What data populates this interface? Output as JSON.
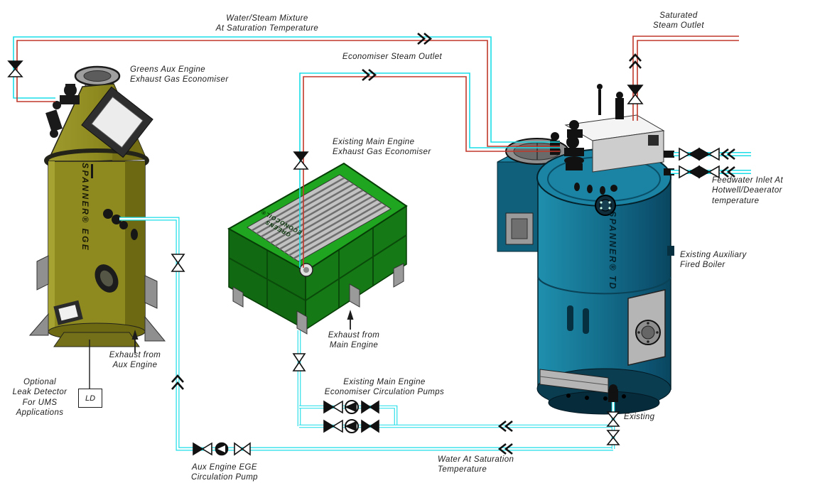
{
  "diagram_title": "Exhaust gas economiser and auxiliary boiler steam/water circulation diagram",
  "labels": {
    "water_steam_mixture": "Water/Steam Mixture\nAt Saturation Temperature",
    "economiser_steam_outlet": "Economiser Steam Outlet",
    "saturated_steam_outlet": "Saturated\nSteam Outlet",
    "aux_economiser": "Greens Aux Engine\nExhaust Gas Economiser",
    "main_economiser": "Existing Main Engine\nExhaust Gas Economiser",
    "feedwater_inlet": "Feedwater Inlet At\nHotwell/Deaerator\ntemperature",
    "existing_boiler": "Existing Auxiliary\nFired Boiler",
    "exhaust_aux": "Exhaust from\nAux Engine",
    "exhaust_main": "Exhaust from\nMain Engine",
    "leak_detector": "Optional\nLeak Detector\nFor UMS\nApplications",
    "ld_box": "LD",
    "main_pumps": "Existing Main Engine\nEconomiser Circulation Pumps",
    "aux_pump": "Aux Engine EGE\nCirculation Pump",
    "water_saturation": "Water At Saturation\nTemperature",
    "existing": "Existing",
    "aux_body": "SPANNER® EGE",
    "main_body": "GREENS\nECONOCOIL®",
    "boiler_body": "SPANNER® TD"
  },
  "icons": {
    "flow_chevron_right": "»",
    "flow_chevron_left": "«",
    "flow_chevron_up": "»",
    "valve_closed": "half-filled bowtie",
    "valve_open": "open bowtie",
    "pump": "circle with arrow"
  },
  "colors": {
    "steam_pipe": "#c0392b",
    "water_pipe": "#1bdde8",
    "aux_economiser_body": "#8e8a20",
    "main_economiser_body": "#1fa51f",
    "boiler_body": "#14718e",
    "symbol": "#111111",
    "text": "#1c1c1c"
  }
}
